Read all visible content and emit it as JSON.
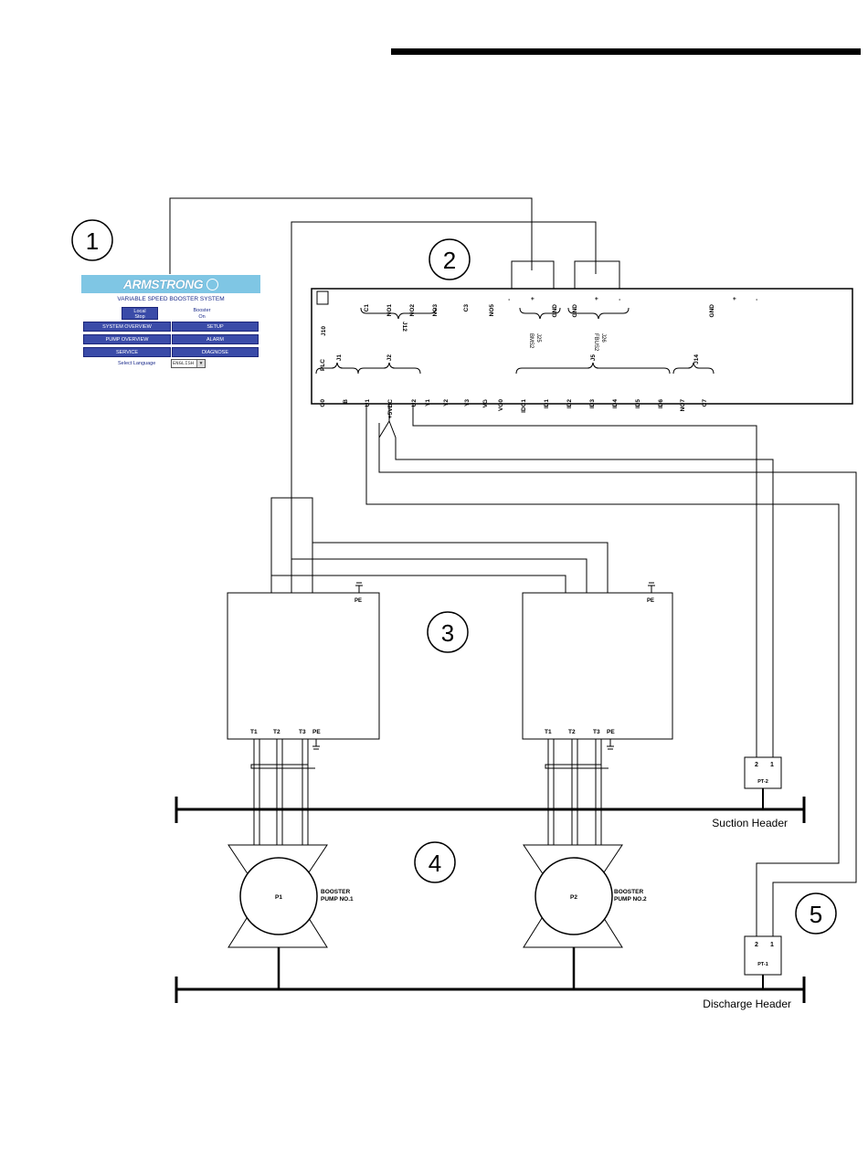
{
  "callouts": [
    "1",
    "2",
    "3",
    "4",
    "5"
  ],
  "hmi": {
    "logo": "ARMSTRONG",
    "title": "VARIABLE SPEED BOOSTER SYSTEM",
    "local_line1": "Local",
    "local_line2": "Stop",
    "booster_line1": "Booster",
    "booster_line2": "On",
    "buttons": [
      "SYSTEM OVERVIEW",
      "SETUP",
      "PUMP OVERVIEW",
      "ALARM",
      "SERVICE",
      "DIAGNOSE"
    ],
    "select_language_label": "Select Language",
    "language_value": "ENGLISH"
  },
  "controller": {
    "top_terminals": [
      "J10",
      "C1",
      "NO1",
      "NO2",
      "NO3",
      "C3",
      "NO5",
      "-",
      "+",
      "GND",
      "GND",
      "+",
      "-",
      "GND",
      "+",
      "-"
    ],
    "connector_labels": [
      "J12",
      "J25\nBMS2",
      "J26\nFBUS2"
    ],
    "bottom_terminals": [
      "G0",
      "B",
      "U1",
      "+5VDC",
      "U2",
      "Y1",
      "Y2",
      "Y3",
      "VG",
      "VG0",
      "IDC1",
      "ID1",
      "ID2",
      "ID3",
      "ID4",
      "ID5",
      "ID6",
      "NO7",
      "C7"
    ],
    "bottom_group_labels": [
      "PLC",
      "J1",
      "J2",
      "J5",
      "J14"
    ]
  },
  "vfd": {
    "pe_top": "PE",
    "terminals": [
      "T1",
      "T2",
      "T3",
      "PE"
    ]
  },
  "pumps": [
    {
      "id": "P1",
      "label_line1": "BOOSTER",
      "label_line2": "PUMP NO.1"
    },
    {
      "id": "P2",
      "label_line1": "BOOSTER",
      "label_line2": "PUMP NO.2"
    }
  ],
  "transmitters": [
    {
      "tag": "PT-2",
      "pins": [
        "2",
        "1"
      ]
    },
    {
      "tag": "PT-1",
      "pins": [
        "2",
        "1"
      ]
    }
  ],
  "headers": {
    "suction": "Suction Header",
    "discharge": "Discharge Header"
  }
}
